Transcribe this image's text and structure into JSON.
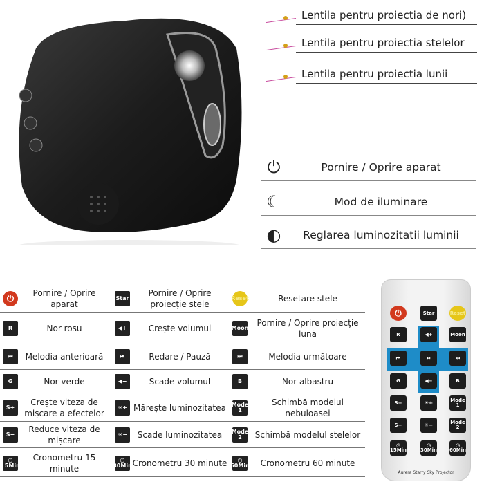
{
  "lens_labels": [
    "Lentila pentru proiectia de nori)",
    "Lentila pentru proiectia stelelor",
    "Lentila pentru proiectia lunii"
  ],
  "features": [
    {
      "icon": "power-icon",
      "glyph": "⏻",
      "label": "Pornire / Oprire aparat"
    },
    {
      "icon": "moon-stars-icon",
      "glyph": "☾",
      "label": "Mod de iluminare"
    },
    {
      "icon": "brightness-icon",
      "glyph": "◐",
      "label": "Reglarea luminozitatii luminii"
    }
  ],
  "table": [
    [
      {
        "btn": "⏻",
        "style": "red",
        "label": "Pornire / Oprire aparat",
        "icon": "power-icon"
      },
      {
        "btn": "Star",
        "label": "Pornire / Oprire proiecție stele",
        "icon": "star-button-icon"
      },
      {
        "btn": "Reset",
        "style": "yel",
        "label": "Resetare stele",
        "icon": "reset-button-icon"
      }
    ],
    [
      {
        "btn": "R",
        "label": "Nor rosu",
        "icon": "r-button-icon"
      },
      {
        "btn": "◀+",
        "label": "Crește volumul",
        "icon": "volume-up-icon"
      },
      {
        "btn": "Moon",
        "label": "Pornire / Oprire proiecție lună",
        "icon": "moon-button-icon"
      }
    ],
    [
      {
        "btn": "⏮",
        "label": "Melodia anterioară",
        "icon": "previous-icon"
      },
      {
        "btn": "⏯",
        "label": "Redare / Pauză",
        "icon": "play-pause-icon"
      },
      {
        "btn": "⏭",
        "label": "Melodia următoare",
        "icon": "next-icon"
      }
    ],
    [
      {
        "btn": "G",
        "label": "Nor verde",
        "icon": "g-button-icon"
      },
      {
        "btn": "◀−",
        "label": "Scade volumul",
        "icon": "volume-down-icon"
      },
      {
        "btn": "B",
        "label": "Nor albastru",
        "icon": "b-button-icon"
      }
    ],
    [
      {
        "btn": "S+",
        "label": "Crește viteza de mișcare a efectelor",
        "icon": "speed-up-icon"
      },
      {
        "btn": "☀+",
        "label": "Mărește luminozitatea",
        "icon": "brightness-up-icon"
      },
      {
        "btn": "Mode 1",
        "label": "Schimbă modelul nebuloasei",
        "icon": "mode1-icon"
      }
    ],
    [
      {
        "btn": "S−",
        "label": "Reduce viteza de mișcare",
        "icon": "speed-down-icon"
      },
      {
        "btn": "☀−",
        "label": "Scade luminozitatea",
        "icon": "brightness-down-icon"
      },
      {
        "btn": "Mode 2",
        "label": "Schimbă modelul stelelor",
        "icon": "mode2-icon"
      }
    ],
    [
      {
        "btn": "◷ 15Min",
        "label": "Cronometru 15 minute",
        "icon": "timer-15-icon"
      },
      {
        "btn": "◷ 30Min",
        "label": "Cronometru 30 minute",
        "icon": "timer-30-icon"
      },
      {
        "btn": "◷ 60Min",
        "label": "Cronometru 60 minute",
        "icon": "timer-60-icon"
      }
    ]
  ],
  "remote": {
    "brand": "Aurera Starry Sky Projector"
  },
  "colors": {
    "power_red": "#d2391e",
    "reset_yellow": "#e6c619",
    "dpad_blue": "#1e8cc8"
  }
}
